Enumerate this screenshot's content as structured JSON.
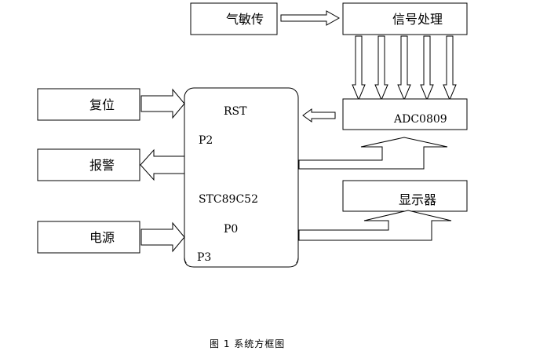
{
  "blocks": {
    "sensor": "气敏传",
    "signal": "信号处理",
    "adc": "ADC0809",
    "reset": "复位",
    "alarm": "报警",
    "power": "电源",
    "display": "显示器"
  },
  "mcu": {
    "rst": "RST",
    "p2": "P2",
    "model": "STC89C52",
    "p0": "P0",
    "p3": "P3"
  },
  "caption": "图 1 系统方框图"
}
